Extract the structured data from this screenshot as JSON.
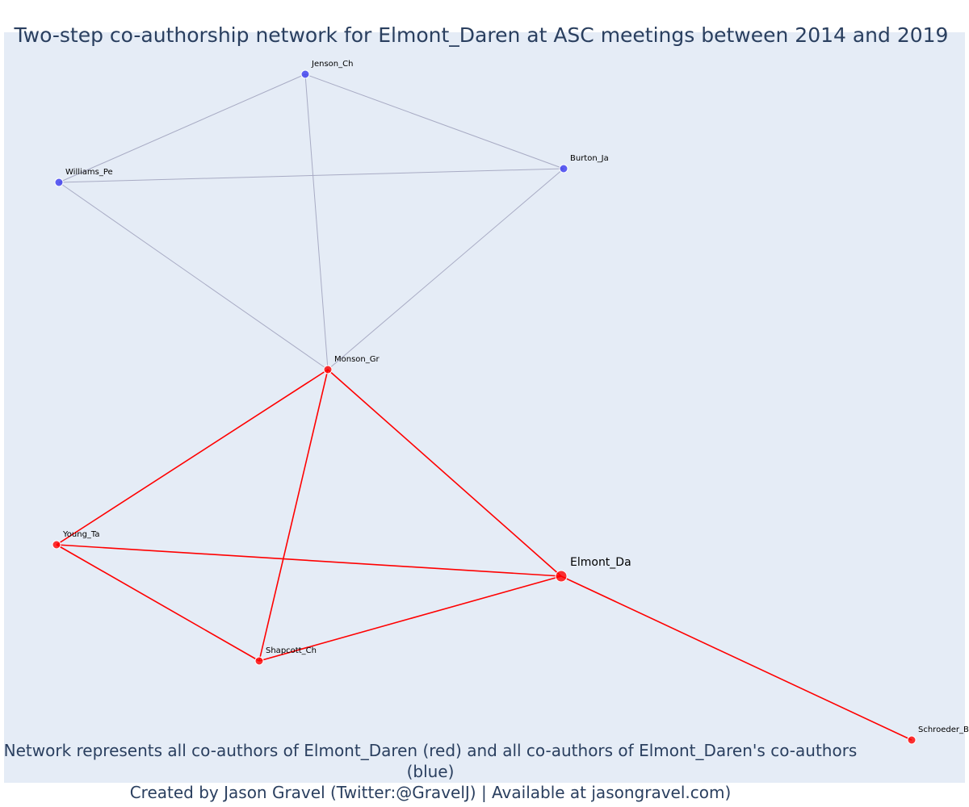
{
  "title": "Two-step co-authorship network for Elmont_Daren at ASC meetings between 2014 and 2019",
  "footer": {
    "line1": "Network represents all co-authors of Elmont_Daren (red) and all co-authors of Elmont_Daren's co-authors (blue)",
    "line2": "Created by Jason Gravel (Twitter:@GravelJ) | Available at jasongravel.com)"
  },
  "colors": {
    "background": "#e5ecf6",
    "first_degree": "#ff0000",
    "second_degree": "#3b3bf0",
    "edge_second": "#a8abc4",
    "text": "#2a3f5f"
  },
  "nodes": [
    {
      "id": "Elmont_Da",
      "label": "Elmont_Da",
      "group": "first_degree",
      "focal": true
    },
    {
      "id": "Monson_Gr",
      "label": "Monson_Gr",
      "group": "first_degree"
    },
    {
      "id": "Young_Ta",
      "label": "Young_Ta",
      "group": "first_degree"
    },
    {
      "id": "Shapcott_Ch",
      "label": "Shapcott_Ch",
      "group": "first_degree"
    },
    {
      "id": "Schroeder_B",
      "label": "Schroeder_B",
      "group": "first_degree"
    },
    {
      "id": "Jenson_Ch",
      "label": "Jenson_Ch",
      "group": "second_degree"
    },
    {
      "id": "Williams_Pe",
      "label": "Williams_Pe",
      "group": "second_degree"
    },
    {
      "id": "Burton_Ja",
      "label": "Burton_Ja",
      "group": "second_degree"
    }
  ],
  "edges": [
    {
      "source": "Jenson_Ch",
      "target": "Williams_Pe",
      "group": "second_degree"
    },
    {
      "source": "Jenson_Ch",
      "target": "Burton_Ja",
      "group": "second_degree"
    },
    {
      "source": "Jenson_Ch",
      "target": "Monson_Gr",
      "group": "second_degree"
    },
    {
      "source": "Williams_Pe",
      "target": "Burton_Ja",
      "group": "second_degree"
    },
    {
      "source": "Williams_Pe",
      "target": "Monson_Gr",
      "group": "second_degree"
    },
    {
      "source": "Burton_Ja",
      "target": "Monson_Gr",
      "group": "second_degree"
    },
    {
      "source": "Monson_Gr",
      "target": "Young_Ta",
      "group": "first_degree"
    },
    {
      "source": "Monson_Gr",
      "target": "Shapcott_Ch",
      "group": "first_degree"
    },
    {
      "source": "Monson_Gr",
      "target": "Elmont_Da",
      "group": "first_degree"
    },
    {
      "source": "Young_Ta",
      "target": "Elmont_Da",
      "group": "first_degree"
    },
    {
      "source": "Young_Ta",
      "target": "Shapcott_Ch",
      "group": "first_degree"
    },
    {
      "source": "Shapcott_Ch",
      "target": "Elmont_Da",
      "group": "first_degree"
    },
    {
      "source": "Elmont_Da",
      "target": "Schroeder_B",
      "group": "first_degree"
    }
  ]
}
